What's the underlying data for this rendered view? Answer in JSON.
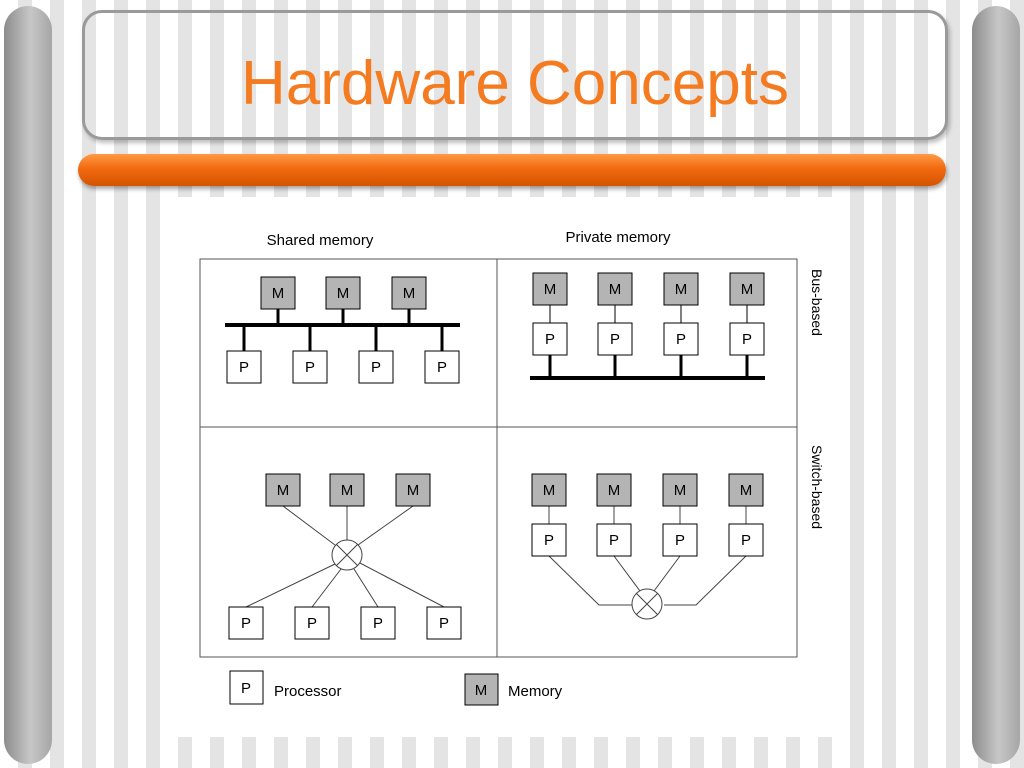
{
  "slide": {
    "title": "Hardware Concepts",
    "accent_color": "#f47b20"
  },
  "diagram": {
    "columns": [
      "Shared memory",
      "Private memory"
    ],
    "rows": [
      "Bus-based",
      "Switch-based"
    ],
    "processor_label": "P",
    "memory_label": "M",
    "memory_fill": "#b4b4b4",
    "legend": {
      "processor_label": "P",
      "processor_text": "Processor",
      "memory_label": "M",
      "memory_text": "Memory"
    }
  }
}
